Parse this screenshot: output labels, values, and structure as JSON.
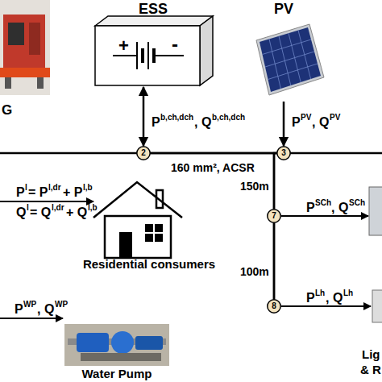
{
  "diagram": {
    "nodes": [
      {
        "text": [
          "G"
        ]
      },
      {
        "text": [
          "ESS",
          "+",
          "-"
        ]
      },
      {
        "text": [
          "PV"
        ]
      },
      {
        "text": [
          "2"
        ]
      },
      {
        "text": [
          "3"
        ]
      },
      {
        "text": [
          "7"
        ]
      },
      {
        "text": [
          "8"
        ]
      },
      {
        "text": [
          "Residential consumers"
        ]
      },
      {
        "text": [
          "Water Pump"
        ]
      }
    ],
    "edges": [
      {
        "from": 1,
        "to": 3,
        "arrow": "both"
      },
      {
        "from": 2,
        "to": 4,
        "arrow": "to"
      },
      {
        "from": 3,
        "to": 4,
        "arrow": "none",
        "label": "160 mm², ACSR"
      },
      {
        "from": 4,
        "to": 5,
        "arrow": "none",
        "label": "150m"
      },
      {
        "from": 5,
        "to": 6,
        "arrow": "none",
        "label": "100m"
      }
    ],
    "labels": [
      "P",
      "b,ch,dch",
      ", Q",
      "b,ch,dch",
      "P",
      "PV",
      ", Q",
      "PV",
      "P",
      "l",
      "= P",
      "l,dr",
      "+ P",
      "l,b",
      "Q",
      "l",
      "= Q",
      "l,dr",
      "+ Q",
      "l,b",
      "P",
      "SCh",
      ", Q",
      "SCh",
      "P",
      "Lh",
      ", Q",
      "Lh",
      "P",
      "WP",
      ", Q",
      "WP",
      "Lig",
      "& R"
    ]
  }
}
